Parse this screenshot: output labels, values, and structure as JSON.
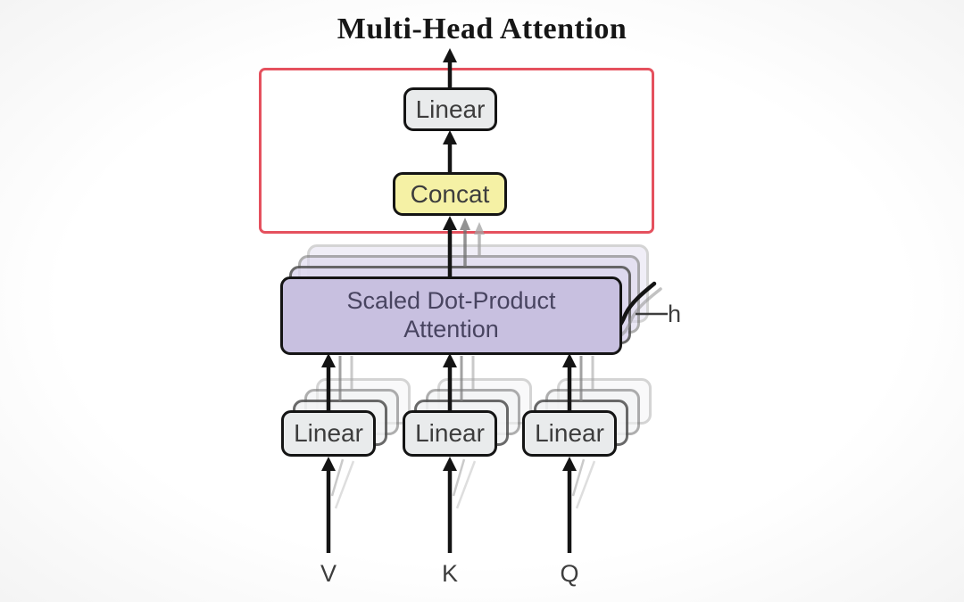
{
  "title": "Multi-Head Attention",
  "labels": {
    "output_linear": "Linear",
    "concat": "Concat",
    "attention_line1": "Scaled Dot-Product",
    "attention_line2": "Attention",
    "heads": "h"
  },
  "bottom_linears": [
    {
      "label": "Linear",
      "input": "V"
    },
    {
      "label": "Linear",
      "input": "K"
    },
    {
      "label": "Linear",
      "input": "Q"
    }
  ],
  "colors": {
    "red_outline": "#e5515e",
    "concat_fill": "#f5f1a5",
    "attention_fill": "#c8c0e0",
    "linear_fill": "#e9ebec",
    "box_border": "#141414",
    "title_color": "#161616",
    "label_color": "#3d3d3d",
    "attention_text": "#484460"
  }
}
